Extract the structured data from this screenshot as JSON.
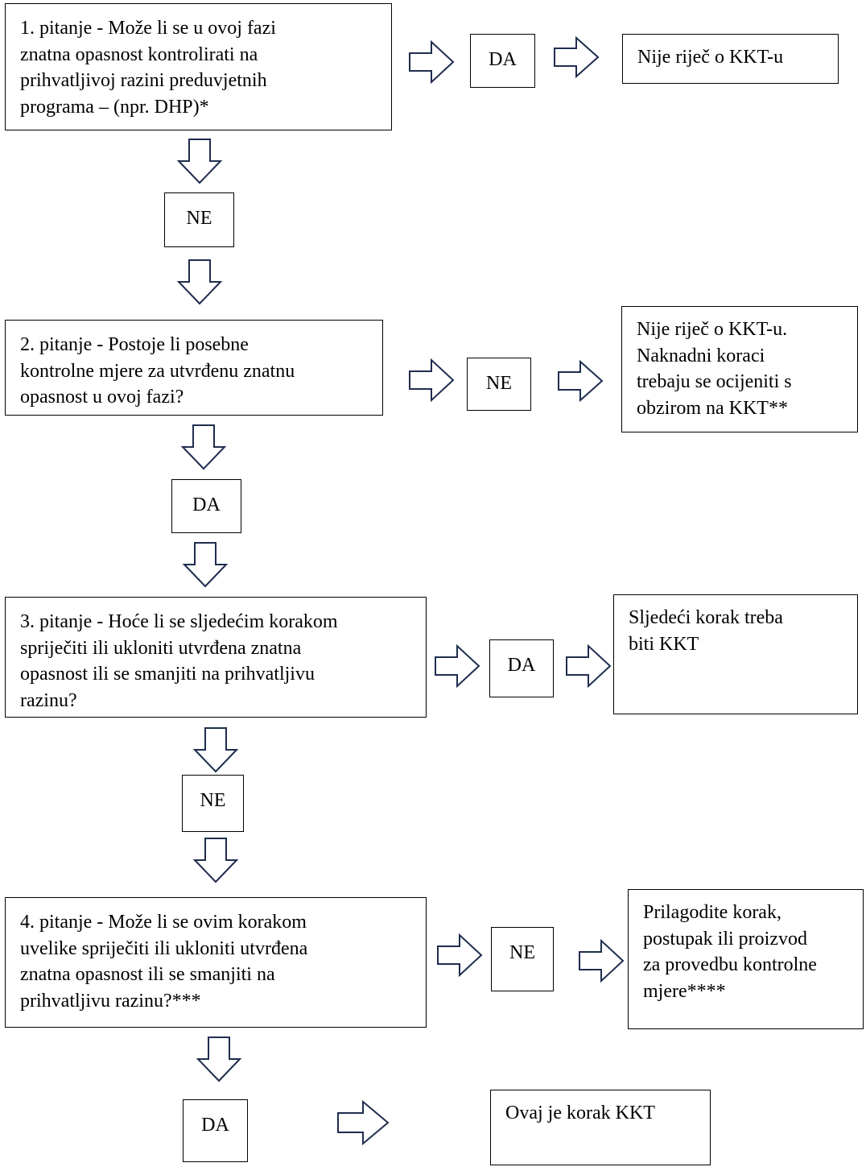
{
  "q1": {
    "lines": [
      "1. pitanje - Može li se u ovoj fazi",
      "znatna opasnost kontrolirati na",
      "prihvatljivoj razini preduvjetnih",
      "programa – (npr. DHP)*"
    ],
    "yes_label": "DA",
    "no_label": "NE",
    "outcome": [
      "Nije riječ o KKT-u"
    ]
  },
  "q2": {
    "lines": [
      "2. pitanje - Postoje li posebne",
      "kontrolne mjere za utvrđenu znatnu",
      "opasnost u ovoj fazi?"
    ],
    "no_label": "NE",
    "yes_label": "DA",
    "outcome": [
      "Nije riječ o KKT-u.",
      "Naknadni koraci",
      "trebaju se ocijeniti s",
      "obzirom na KKT**"
    ]
  },
  "q3": {
    "lines": [
      "3. pitanje - Hoće li se sljedećim korakom",
      "spriječiti ili ukloniti utvrđena znatna",
      "opasnost ili se smanjiti na prihvatljivu",
      "razinu?"
    ],
    "yes_label": "DA",
    "no_label": "NE",
    "outcome": [
      "Sljedeći korak treba",
      "biti KKT"
    ]
  },
  "q4": {
    "lines": [
      "4. pitanje - Može li se ovim korakom",
      "uvelike spriječiti ili ukloniti utvrđena",
      "znatna opasnost ili se smanjiti na",
      "prihvatljivu razinu?***"
    ],
    "no_label": "NE",
    "yes_label": "DA",
    "outcome_no": [
      "Prilagodite korak,",
      "postupak ili proizvod",
      "za provedbu kontrolne",
      "mjere****"
    ],
    "outcome_yes": [
      "Ovaj je korak KKT"
    ]
  },
  "arrow_color": "#1f2d4e"
}
